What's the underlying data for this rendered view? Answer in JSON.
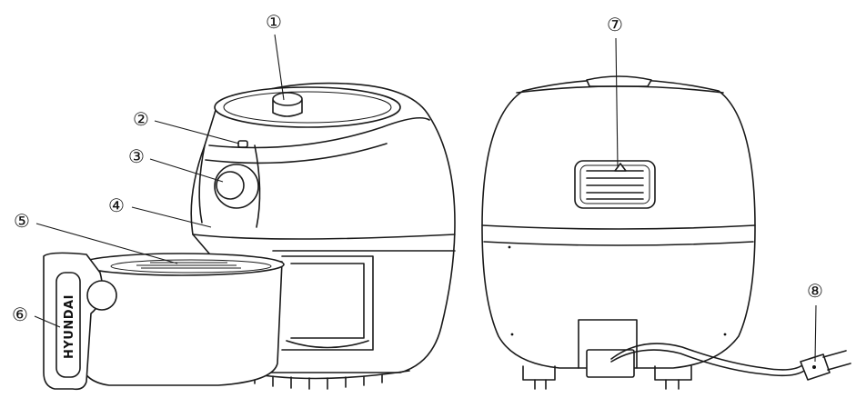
{
  "callouts": [
    {
      "id": "1",
      "label": "①"
    },
    {
      "id": "2",
      "label": "②"
    },
    {
      "id": "3",
      "label": "③"
    },
    {
      "id": "4",
      "label": "④"
    },
    {
      "id": "5",
      "label": "⑤"
    },
    {
      "id": "6",
      "label": "⑥"
    },
    {
      "id": "7",
      "label": "⑦"
    },
    {
      "id": "8",
      "label": "⑧"
    }
  ],
  "brand": "HYUNDAI"
}
